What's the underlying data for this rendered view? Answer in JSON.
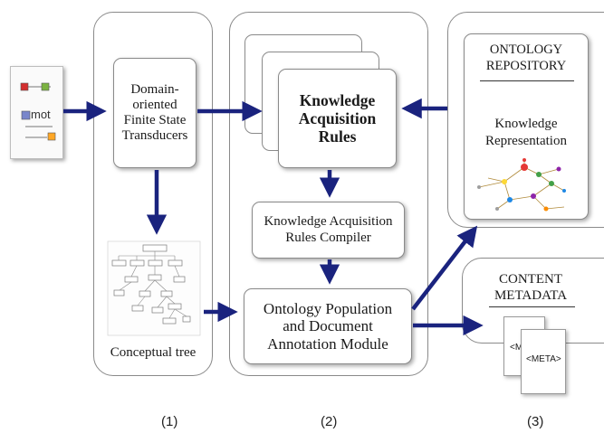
{
  "input_doc": {
    "tag": "mot"
  },
  "panel1": {
    "fst_label": "Domain-oriented Finite State Transducers",
    "tree_label": "Conceptual tree"
  },
  "panel2": {
    "rules_label": "Knowledge Acquisition Rules",
    "compiler_label": "Knowledge Acquisition Rules Compiler",
    "population_label": "Ontology Population and Document Annotation Module"
  },
  "panel3": {
    "repo_title": "ONTOLOGY REPOSITORY",
    "repo_subtitle": "Knowledge Representation",
    "meta_title": "CONTENT METADATA",
    "meta_doc_back": "<M",
    "meta_doc_front": "<META>"
  },
  "column_labels": [
    "(1)",
    "(2)",
    "(3)"
  ],
  "colors": {
    "arrow": "#1a237e",
    "border": "#8a8a8a"
  }
}
